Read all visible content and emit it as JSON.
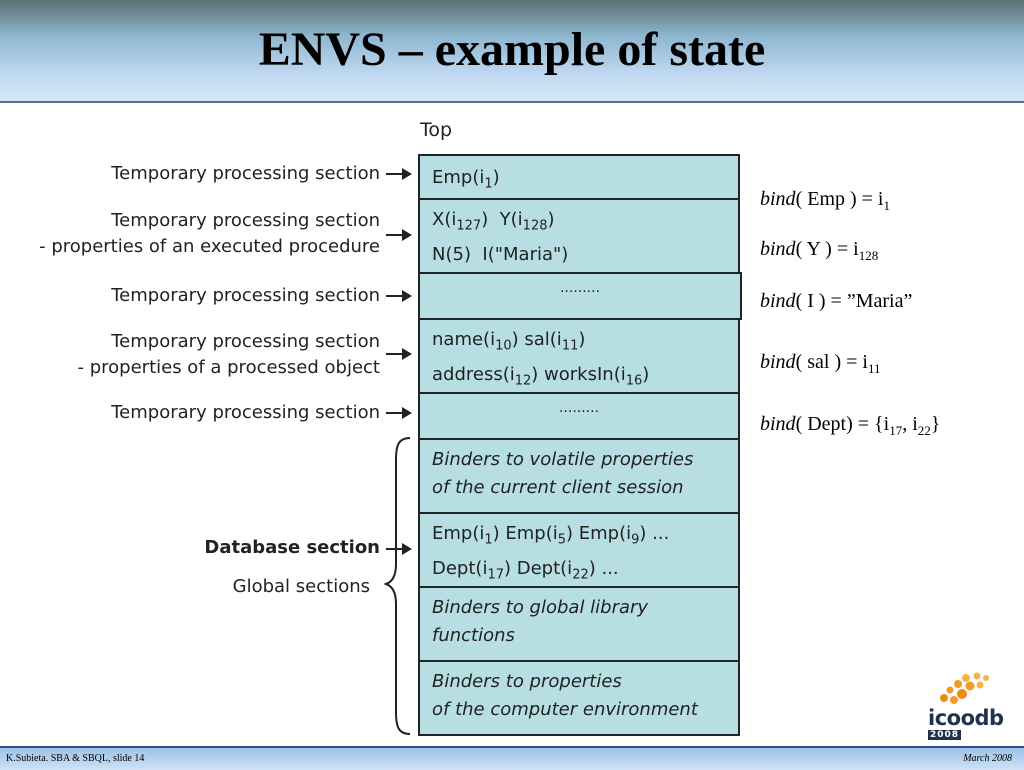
{
  "title": "ENVS – example of state",
  "diagram": {
    "top_label": "Top",
    "side_labels": {
      "tps1": "Temporary processing section",
      "tps2_line1": "Temporary processing section",
      "tps2_line2": "- properties of an executed procedure",
      "tps3": "Temporary processing section",
      "tps4_line1": "Temporary processing section",
      "tps4_line2": "- properties of a processed object",
      "tps5": "Temporary processing section",
      "database": "Database section",
      "global": "Global sections"
    },
    "boxes": {
      "b1_text": "Emp(i",
      "b1_sub": "1",
      "b1_close": ")",
      "b2_l1_a": "X(i",
      "b2_l1_a_sub": "127",
      "b2_l1_b": ")  Y(i",
      "b2_l1_b_sub": "128",
      "b2_l1_c": ")",
      "b2_l2": "N(5)  I(\"Maria\")",
      "b3_dots": ".........",
      "b4_l1_a": "name(i",
      "b4_l1_a_sub": "10",
      "b4_l1_b": ") sal(i",
      "b4_l1_b_sub": "11",
      "b4_l1_c": ")",
      "b4_l2_a": "address(i",
      "b4_l2_a_sub": "12",
      "b4_l2_b": ") worksIn(i",
      "b4_l2_b_sub": "16",
      "b4_l2_c": ")",
      "b5_dots": ".........",
      "b6_l1": "Binders to volatile properties",
      "b6_l2": "of the current client session",
      "b7_l1_a": "Emp(i",
      "b7_l1_a_sub": "1",
      "b7_l1_b": ") Emp(i",
      "b7_l1_b_sub": "5",
      "b7_l1_c": ") Emp(i",
      "b7_l1_c_sub": "9",
      "b7_l1_d": ") ...",
      "b7_l2_a": "Dept(i",
      "b7_l2_a_sub": "17",
      "b7_l2_b": ") Dept(i",
      "b7_l2_b_sub": "22",
      "b7_l2_c": ") ...",
      "b8_l1": "Binders to global library",
      "b8_l2": "functions",
      "b9_l1": "Binders to properties",
      "b9_l2": "of the computer environment"
    }
  },
  "bindings": [
    {
      "fn": "bind",
      "arg": "( Emp ) = i",
      "sub": "1",
      "tail": ""
    },
    {
      "fn": "bind",
      "arg": "( Y ) = i",
      "sub": "128",
      "tail": ""
    },
    {
      "fn": "bind",
      "arg": "( I ) = ”Maria”",
      "sub": "",
      "tail": ""
    },
    {
      "fn": "bind",
      "arg": "( sal ) = i",
      "sub": "11",
      "tail": ""
    },
    {
      "fn": "bind",
      "arg": "( Dept) = {i",
      "sub": "17",
      "mid": ", i",
      "sub2": "22",
      "tail": "}"
    }
  ],
  "logo": {
    "text": "icoodb",
    "year": "2008"
  },
  "footer": {
    "left": "K.Subieta. SBA & SBQL, slide 14",
    "right": "March 2008"
  },
  "colors": {
    "box_fill": "#b7dfe3",
    "footer_line": "#2b4b9b",
    "logo_orange": "#f39a22",
    "logo_navy": "#1f3250"
  }
}
